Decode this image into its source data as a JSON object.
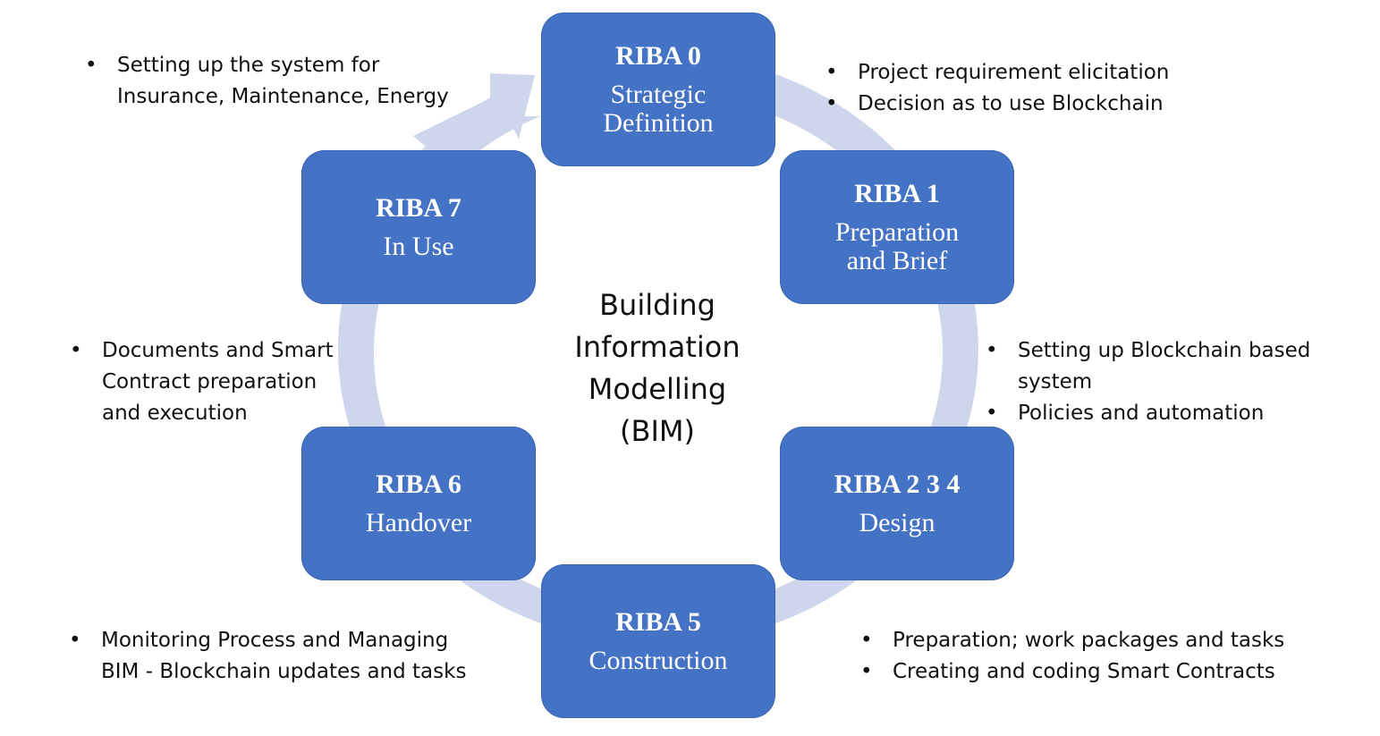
{
  "diagram": {
    "center_title": [
      "Building",
      "Information",
      "Modelling",
      "(BIM)"
    ],
    "colors": {
      "stage_fill": "#4472c4",
      "ring_arrow": "#cfd5ea",
      "text": "#111111",
      "stage_text": "#ffffff"
    },
    "stages": [
      {
        "code": "RIBA 0",
        "name": "Strategic\nDefinition"
      },
      {
        "code": "RIBA 1",
        "name": "Preparation\nand Brief"
      },
      {
        "code": "RIBA 2 3 4",
        "name": "Design"
      },
      {
        "code": "RIBA 5",
        "name": "Construction"
      },
      {
        "code": "RIBA 6",
        "name": "Handover"
      },
      {
        "code": "RIBA 7",
        "name": "In Use"
      }
    ],
    "notes": {
      "riba7": [
        "Setting up the system for Insurance, Maintenance, Energy"
      ],
      "riba0": [
        "Project requirement elicitation",
        "Decision as to use Blockchain"
      ],
      "riba1": [
        "Setting up Blockchain based system",
        "Policies and automation"
      ],
      "riba6": [
        "Documents and Smart Contract preparation and execution"
      ],
      "riba5": [
        "Monitoring Process and Managing BIM - Blockchain updates and tasks"
      ],
      "riba234": [
        "Preparation; work packages and tasks",
        "Creating and coding Smart Contracts"
      ]
    },
    "cycle_arrow_icon": "circular-arrow-icon"
  }
}
